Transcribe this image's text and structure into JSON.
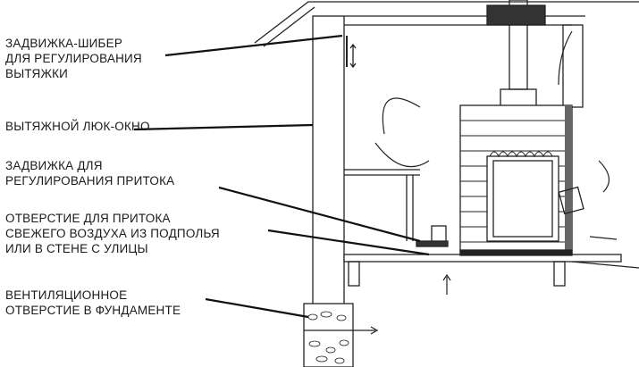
{
  "labels": [
    {
      "lines": [
        "ЗАДВИЖКА-ШИБЕР",
        "ДЛЯ РЕГУЛИРОВАНИЯ",
        "ВЫТЯЖКИ"
      ]
    },
    {
      "lines": [
        "ВЫТЯЖНОЙ ЛЮК-ОКНО"
      ]
    },
    {
      "lines": [
        "ЗАДВИЖКА ДЛЯ",
        "РЕГУЛИРОВАНИЯ ПРИТОКА"
      ]
    },
    {
      "lines": [
        "ОТВЕРСТИЕ ДЛЯ ПРИТОКА",
        "СВЕЖЕГО ВОЗДУХА ИЗ ПОДПОЛЬЯ",
        "ИЛИ В СТЕНЕ С УЛИЦЫ"
      ]
    },
    {
      "lines": [
        "ВЕНТИЛЯЦИОННОЕ",
        "ОТВЕРСТИЕ В ФУНДАМЕНТЕ"
      ]
    }
  ]
}
